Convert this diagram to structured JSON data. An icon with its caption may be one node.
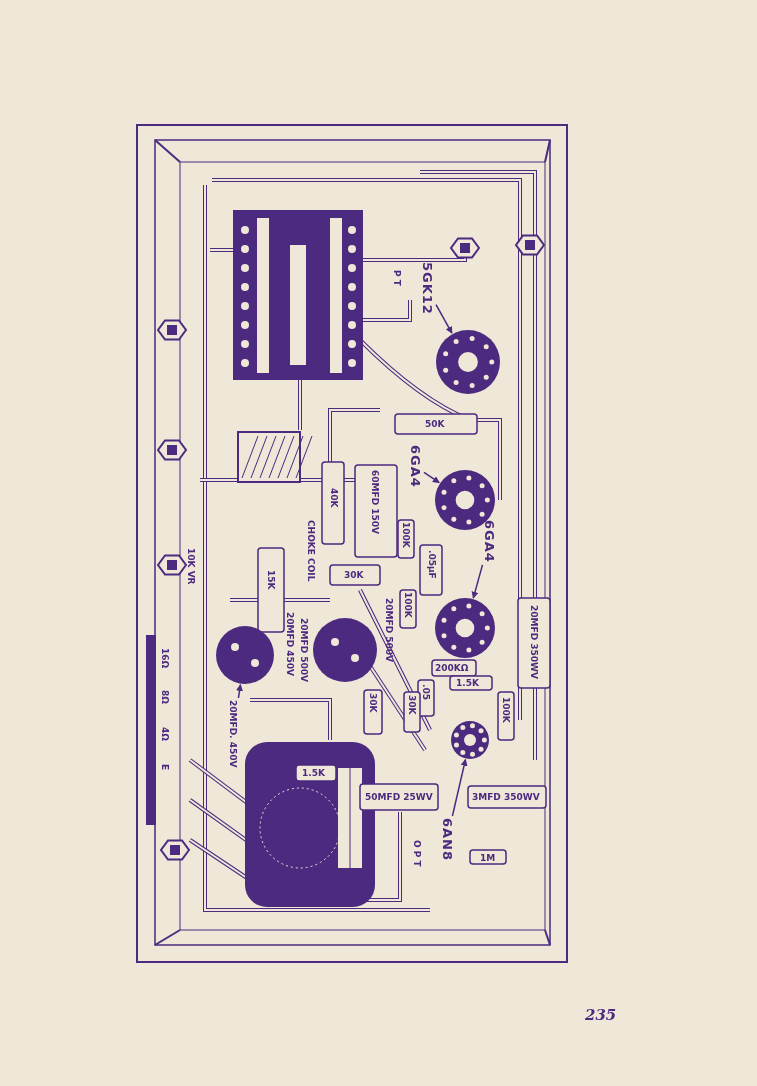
{
  "diagram": {
    "nodes": [
      {
        "text": [
          "5GK12"
        ]
      },
      {
        "text": [],
        "shape": "picture"
      },
      {
        "text": [
          "6GA4"
        ]
      },
      {
        "text": [],
        "shape": "picture"
      },
      {
        "text": [
          "6GA4"
        ]
      },
      {
        "text": [],
        "shape": "picture"
      },
      {
        "text": [
          "6AN8"
        ]
      },
      {
        "text": [],
        "shape": "picture"
      },
      {
        "text": [
          "20MFD. 450V"
        ]
      },
      {
        "text": [],
        "shape": "picture"
      },
      {
        "text": [],
        "shape": "picture"
      }
    ],
    "edges": [
      {
        "from": 0,
        "to": 1,
        "arrow": "to"
      },
      {
        "from": 2,
        "to": 3,
        "arrow": "to"
      },
      {
        "from": 4,
        "to": 5,
        "arrow": "to"
      },
      {
        "from": 6,
        "to": 7,
        "arrow": "to"
      },
      {
        "from": 8,
        "to": 9,
        "arrow": "to"
      }
    ],
    "labels": [
      "P T",
      "50K",
      "40K",
      "60MFD 150V",
      "CHOKE COIL",
      "10K VR",
      "15K",
      "30K",
      "100K",
      ".05μF",
      "100K",
      "20MFD 500V",
      "20MFD 450V",
      "20MFD 500V",
      "20MFD 350WV",
      "200KΩ",
      "1.5K",
      ".05",
      "30K",
      "30K",
      "100K",
      "1.5K",
      "50MFD 25WV",
      "3MFD 350WV",
      "1M",
      "O P T",
      "16Ω",
      "8Ω",
      "4Ω",
      "E",
      "235"
    ]
  }
}
